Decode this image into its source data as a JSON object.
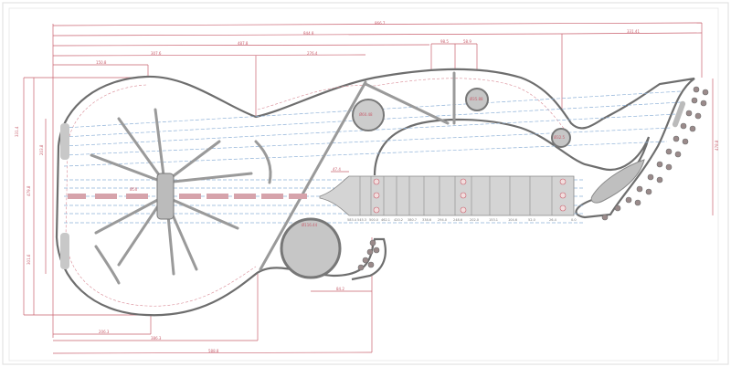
{
  "drawing": {
    "colors": {
      "dimension": "#c9606e",
      "outline": "#6e6e6e",
      "strings": "#8fb2d8",
      "fretboard": "#d4d4d4"
    },
    "top_dimensions": [
      "866.7",
      "844.8",
      "487.8",
      "307.6",
      "276.4",
      "150.8",
      "98.5",
      "58.9",
      "331.41"
    ],
    "bottom_dimensions": [
      "206.3",
      "386.3",
      "588.8",
      "84.2"
    ],
    "side_dimensions": [
      "331.4",
      "479.8",
      "301.6",
      "203.8",
      "478.8"
    ],
    "soundhole_labels": [
      "Ø60.48",
      "Ø116.44",
      "Ø35.88",
      "Ø32.5"
    ],
    "fret_positions": [
      "583.4",
      "545.3",
      "500.0",
      "462.1",
      "420.2",
      "380.7",
      "338.6",
      "294.0",
      "248.6",
      "202.0",
      "153.1",
      "104.6",
      "52.0",
      "26.4",
      "0.0"
    ],
    "nut_label": "47.4",
    "bridge_label": "Ø50"
  }
}
